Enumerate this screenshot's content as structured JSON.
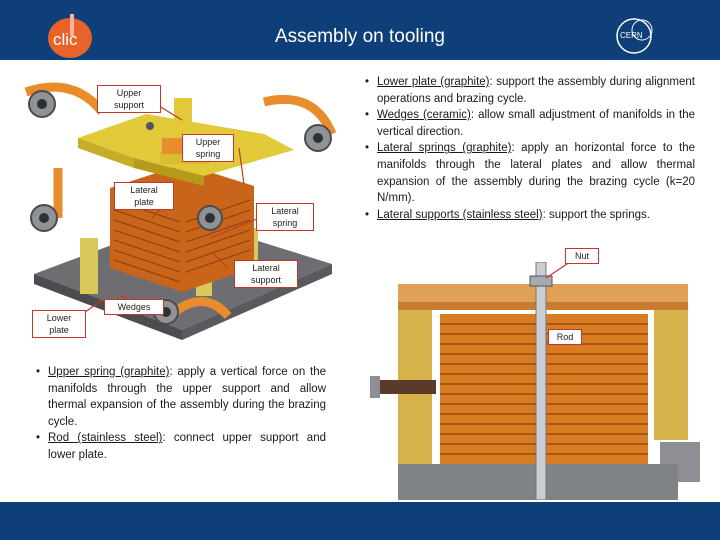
{
  "slide": {
    "title": "Assembly on tooling",
    "logos": {
      "left_logo_text": "clic",
      "right_logo_text": "CERN"
    },
    "left_figure_labels": {
      "upper_support": "Upper\nsupport",
      "upper_spring": "Upper\nspring",
      "lateral_plate": "Lateral\nplate",
      "lateral_spring": "Lateral\nspring",
      "lateral_support": "Lateral\nsupport",
      "wedges": "Wedges",
      "lower_plate": "Lower\nplate"
    },
    "right_figure_labels": {
      "nut": "Nut",
      "rod": "Rod"
    },
    "right_bullets": [
      {
        "term": "Lower plate (graphite)",
        "text": ": support the assembly during alignment operations and brazing cycle."
      },
      {
        "term": "Wedges (ceramic)",
        "text": ": allow small adjustment of manifolds in the vertical direction."
      },
      {
        "term": "Lateral springs (graphite)",
        "text": ": apply an horizontal force to the manifolds through the lateral plates and allow thermal expansion of the assembly during the brazing cycle (k=20 N/mm)."
      },
      {
        "term": "Lateral supports (stainless steel)",
        "text": ": support the springs."
      }
    ],
    "left_bullets": [
      {
        "term": "Upper spring (graphite)",
        "text": ": apply a vertical force on the manifolds through the upper support and allow thermal expansion of the assembly during the brazing cycle."
      },
      {
        "term": "Rod (stainless steel)",
        "text": ": connect upper support and lower plate."
      }
    ],
    "colors": {
      "header_footer": "#0e3f78",
      "callout_border": "#c0392b",
      "graphite_orange": "#e07a1f",
      "base_gray": "#6f6f73"
    }
  }
}
